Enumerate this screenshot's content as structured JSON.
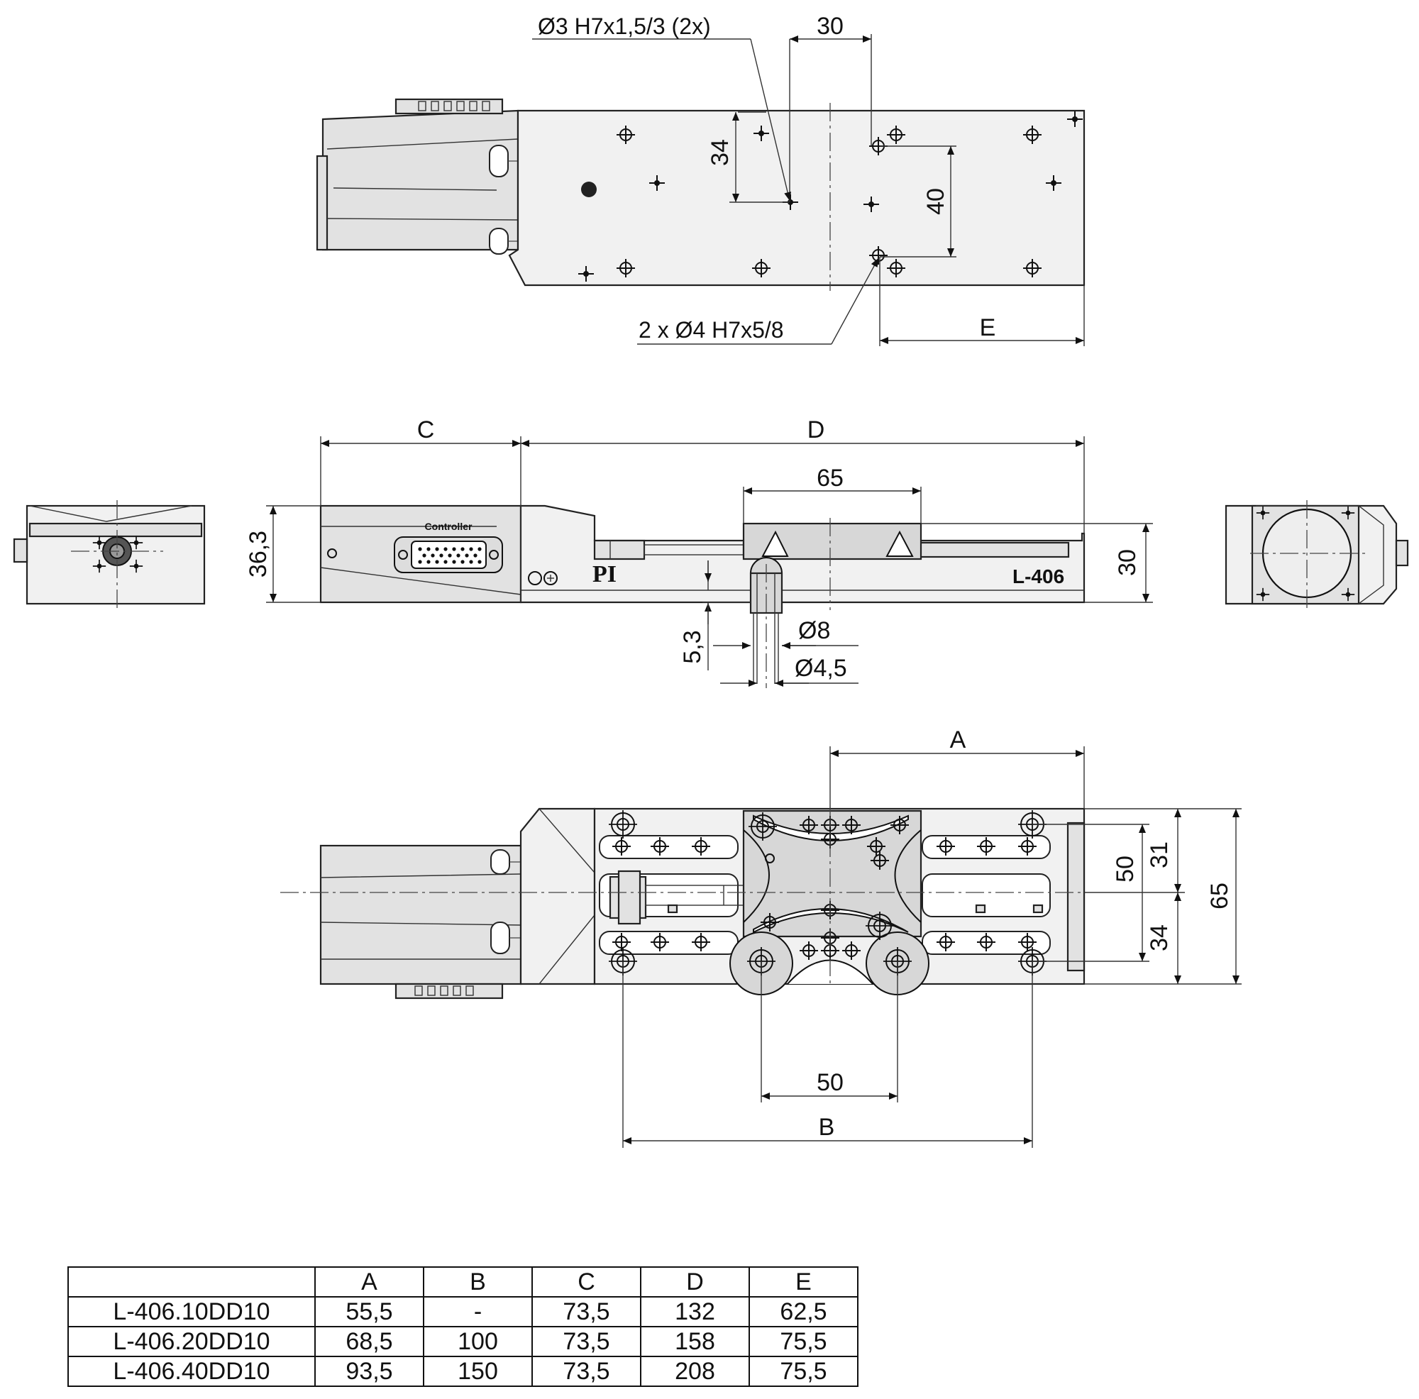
{
  "top_view": {
    "bore_note_1": "Ø3  H7x1,5/3 (2x)",
    "bore_note_2": "2 x  Ø4  H7x5/8",
    "dim_30": "30",
    "dim_34": "34",
    "dim_40": "40",
    "dim_E": "E"
  },
  "side_view": {
    "dim_C": "C",
    "dim_D": "D",
    "dim_65": "65",
    "dim_36_3": "36,3",
    "dim_30": "30",
    "dim_5_3": "5,3",
    "dim_d8": "Ø8",
    "dim_d4_5": "Ø4,5",
    "connector_label": "Controller",
    "brand_label": "PI",
    "model_label": "L-406"
  },
  "bottom_view": {
    "dim_A": "A",
    "dim_B": "B",
    "dim_50_horizontal": "50",
    "dim_50_vertical": "50",
    "dim_31": "31",
    "dim_34": "34",
    "dim_65": "65"
  },
  "table": {
    "headers": [
      "",
      "A",
      "B",
      "C",
      "D",
      "E"
    ],
    "rows": [
      [
        "L-406.10DD10",
        "55,5",
        "-",
        "73,5",
        "132",
        "62,5"
      ],
      [
        "L-406.20DD10",
        "68,5",
        "100",
        "73,5",
        "158",
        "75,5"
      ],
      [
        "L-406.40DD10",
        "93,5",
        "150",
        "73,5",
        "208",
        "75,5"
      ]
    ]
  }
}
